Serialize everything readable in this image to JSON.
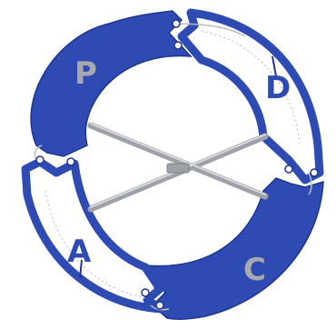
{
  "diagram": {
    "segments": [
      {
        "id": "plan",
        "letter": "P",
        "fill": "#2e4bb3",
        "style": "solid"
      },
      {
        "id": "do",
        "letter": "D",
        "fill": "#ffffff",
        "outline": "#2e4bb3",
        "style": "outline"
      },
      {
        "id": "check",
        "letter": "C",
        "fill": "#2e4bb3",
        "style": "solid"
      },
      {
        "id": "act",
        "letter": "A",
        "fill": "#ffffff",
        "outline": "#2e4bb3",
        "style": "outline"
      }
    ],
    "colors": {
      "solid_letter": "#a8aab0",
      "outline_letter": "#2e4bb3",
      "rod": "#9ea2a8",
      "rod_highlight": "#d6d9dd",
      "track": "#b9bcc2"
    }
  }
}
